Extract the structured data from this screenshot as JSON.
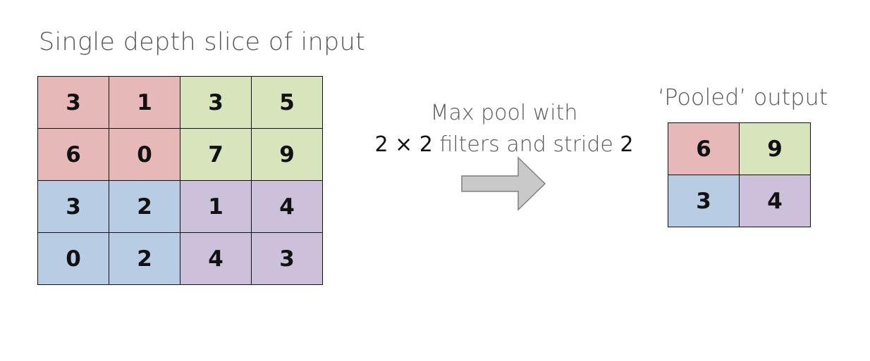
{
  "input": {
    "title": "Single depth slice of input",
    "cells": [
      [
        {
          "value": "3",
          "color": "#e6b8b7"
        },
        {
          "value": "1",
          "color": "#e6b8b7"
        },
        {
          "value": "3",
          "color": "#d8e4bc"
        },
        {
          "value": "5",
          "color": "#d8e4bc"
        }
      ],
      [
        {
          "value": "6",
          "color": "#e6b8b7"
        },
        {
          "value": "0",
          "color": "#e6b8b7"
        },
        {
          "value": "7",
          "color": "#d8e4bc"
        },
        {
          "value": "9",
          "color": "#d8e4bc"
        }
      ],
      [
        {
          "value": "3",
          "color": "#b8cce4"
        },
        {
          "value": "2",
          "color": "#b8cce4"
        },
        {
          "value": "1",
          "color": "#ccc0da"
        },
        {
          "value": "4",
          "color": "#ccc0da"
        }
      ],
      [
        {
          "value": "0",
          "color": "#b8cce4"
        },
        {
          "value": "2",
          "color": "#b8cce4"
        },
        {
          "value": "4",
          "color": "#ccc0da"
        },
        {
          "value": "3",
          "color": "#ccc0da"
        }
      ]
    ]
  },
  "operation": {
    "line1": "Max pool with",
    "line2_num1": "2 × 2",
    "line2_text": " filters and stride ",
    "line2_num2": "2",
    "arrow_color": "#c9c9c9"
  },
  "output": {
    "title": "‘Pooled’ output",
    "cells": [
      [
        {
          "value": "6",
          "color": "#e6b8b7"
        },
        {
          "value": "9",
          "color": "#d8e4bc"
        }
      ],
      [
        {
          "value": "3",
          "color": "#b8cce4"
        },
        {
          "value": "4",
          "color": "#ccc0da"
        }
      ]
    ]
  }
}
